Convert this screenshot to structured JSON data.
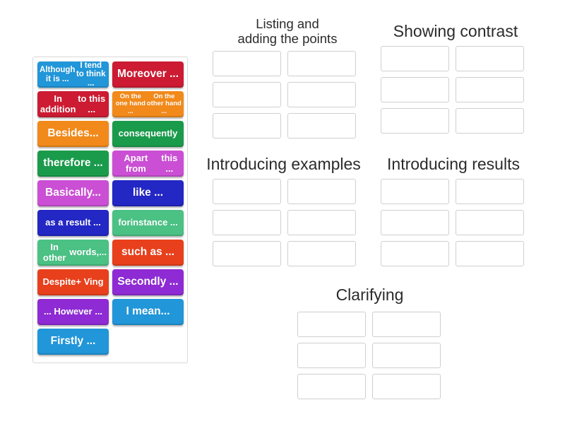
{
  "activity": {
    "type": "group-sort-drag-and-drop",
    "tile_tray_label": "draggable-answer-tiles"
  },
  "tiles": [
    {
      "text": "Although it is ...\nI tend to think ...",
      "color": "#2196d9",
      "size": "fs-s"
    },
    {
      "text": "Moreover ...",
      "color": "#cc1b32",
      "size": "fs-l"
    },
    {
      "text": "In addition\nto this ...",
      "color": "#cc1b32",
      "size": "fs-m"
    },
    {
      "text": "On the one hand ...\nOn the other hand ...",
      "color": "#f18a1b",
      "size": "fs-xs"
    },
    {
      "text": "Besides...",
      "color": "#f18a1b",
      "size": "fs-l"
    },
    {
      "text": "consequently",
      "color": "#1a9b4c",
      "size": "fs-m"
    },
    {
      "text": "therefore ...",
      "color": "#1a9b4c",
      "size": "fs-l"
    },
    {
      "text": "Apart from\nthis ...",
      "color": "#cb4fd4",
      "size": "fs-m"
    },
    {
      "text": "Basically...",
      "color": "#cb4fd4",
      "size": "fs-l"
    },
    {
      "text": "like ...",
      "color": "#2327c4",
      "size": "fs-l"
    },
    {
      "text": "as a result ...",
      "color": "#2327c4",
      "size": "fs-m"
    },
    {
      "text": "for\ninstance ...",
      "color": "#4bc184",
      "size": "fs-m"
    },
    {
      "text": "In other\nwords,...",
      "color": "#4bc184",
      "size": "fs-m"
    },
    {
      "text": "such as ...",
      "color": "#e8401c",
      "size": "fs-l"
    },
    {
      "text": "Despite\n+ Ving",
      "color": "#e8401c",
      "size": "fs-m"
    },
    {
      "text": "Secondly ...",
      "color": "#8e2bd4",
      "size": "fs-l"
    },
    {
      "text": "... However ...",
      "color": "#8e2bd4",
      "size": "fs-m"
    },
    {
      "text": "I mean...",
      "color": "#2196d9",
      "size": "fs-l"
    },
    {
      "text": "Firstly ...",
      "color": "#2196d9",
      "size": "fs-l"
    }
  ],
  "zones": [
    {
      "title": "Listing and\nadding the points",
      "title_size": "title-sm",
      "slots": 6
    },
    {
      "title": "Showing contrast",
      "title_size": "title-lg",
      "slots": 6
    },
    {
      "title": "Introducing examples",
      "title_size": "title-lg",
      "slots": 6
    },
    {
      "title": "Introducing results",
      "title_size": "title-lg",
      "slots": 6
    },
    {
      "title": "Clarifying",
      "title_size": "title-lg",
      "slots": 6
    }
  ],
  "colors": {
    "slot_border": "#cfcfcf",
    "tray_border": "#d8d8d8",
    "title_text": "#2b2b2b",
    "background": "#ffffff"
  }
}
